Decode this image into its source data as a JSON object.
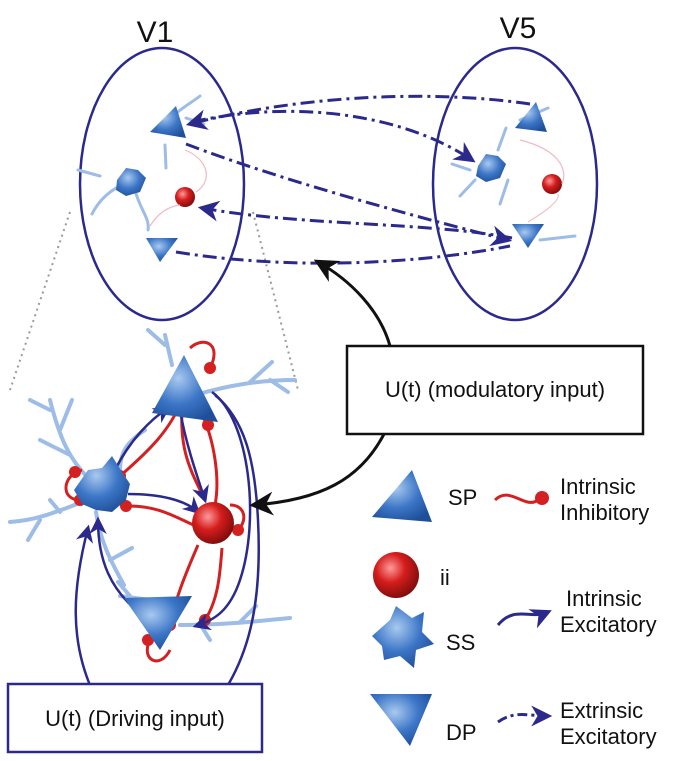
{
  "regions": {
    "left": "V1",
    "right": "V5"
  },
  "boxes": {
    "modulatory": "U(t) (modulatory input)",
    "driving": "U(t) (Driving input)"
  },
  "legend": {
    "sp": "SP",
    "ii": "ii",
    "ss": "SS",
    "dp": "DP",
    "inhibitory_line1": "Intrinsic",
    "inhibitory_line2": "Inhibitory",
    "intr_exc_line1": "Intrinsic",
    "intr_exc_line2": "Excitatory",
    "extr_exc_line1": "Extrinsic",
    "extr_exc_line2": "Excitatory"
  },
  "colors": {
    "navy": "#2b2a8c",
    "neuron_blue": "#3a73c4",
    "dendrite": "#9dbde6",
    "inhibitory_red": "#d42020",
    "box_border": "#2b2a8c"
  }
}
